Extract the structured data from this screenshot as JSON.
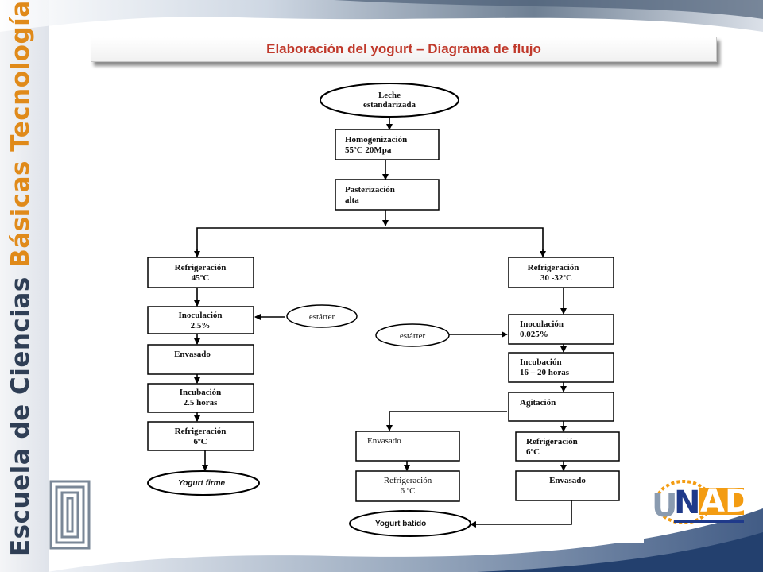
{
  "slide": {
    "side_label": {
      "part1": "Escuela de Ciencias ",
      "part2": "Básicas Tecnología e Ingeniería"
    },
    "title": "Elaboración del yogurt – Diagrama de flujo",
    "logo": {
      "u": "U",
      "n": "N",
      "ad": "AD"
    },
    "colors": {
      "title": "#c0392b",
      "side_dark": "#2f3e55",
      "side_accent": "#e08a1a",
      "logo_blue": "#1f3a8a",
      "logo_orange": "#f39c12"
    }
  },
  "flowchart": {
    "start": {
      "l1": "Leche",
      "l2": "estandarizada"
    },
    "homog": {
      "l1": "Homogenización",
      "l2": "55ºC  20Mpa"
    },
    "paste": {
      "l1": "Pasterización",
      "l2": "alta"
    },
    "left": {
      "refrig1": {
        "l1": "Refrigeración",
        "l2": "45ºC"
      },
      "starter": "estárter",
      "inoc": {
        "l1": "Inoculación",
        "l2": "2.5%"
      },
      "envas": "Envasado",
      "incub": {
        "l1": "Incubación",
        "l2": "2.5 horas"
      },
      "refrig2": {
        "l1": "Refrigeración",
        "l2": "6ºC"
      },
      "end": "Yogurt firme"
    },
    "right": {
      "refrig1": {
        "l1": "Refrigeración",
        "l2": "30 -32ºC"
      },
      "starter": "estárter",
      "inoc": {
        "l1": "Inoculación",
        "l2": "0.025%"
      },
      "incub": {
        "l1": "Incubación",
        "l2": "16 – 20 horas"
      },
      "agit": "Agitación",
      "envas_a": "Envasado",
      "refrig_a": {
        "l1": "Refrigeración",
        "l2": "6 ºC"
      },
      "refrig_b": {
        "l1": "Refrigeración",
        "l2": "6ºC"
      },
      "envas_b": "Envasado",
      "end": "Yogurt batido"
    }
  }
}
